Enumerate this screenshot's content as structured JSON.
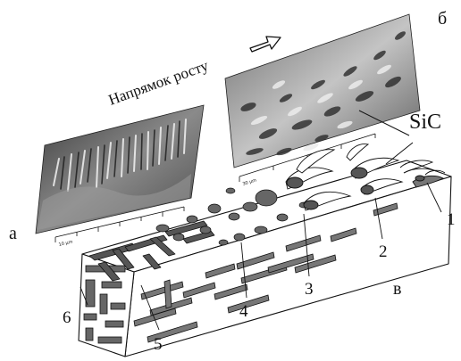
{
  "direction_label": "Напрямок росту",
  "material_label": "SiC",
  "panel_labels": {
    "a": "а",
    "b": "б",
    "v": "в"
  },
  "scale_labels": {
    "a": "10 µm",
    "b": "30 µm"
  },
  "region_numbers": [
    "1",
    "2",
    "3",
    "4",
    "5",
    "6"
  ],
  "colors": {
    "lamella_fill": "#666666",
    "micrograph_dark": "#2b2b2b",
    "micrograph_light": "#d9d9d9",
    "outline": "#111111"
  }
}
